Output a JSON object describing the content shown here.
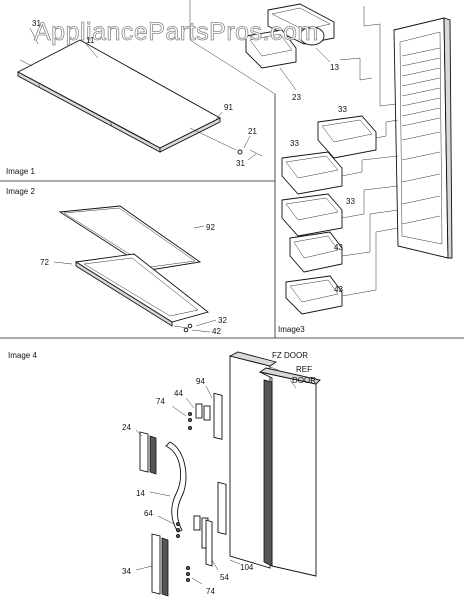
{
  "watermark": "AppliancePartsPros.com",
  "sections": {
    "image1": "Image 1",
    "image2": "Image 2",
    "image3": "Image3",
    "image4": "Image 4"
  },
  "parts": {
    "p11": "11",
    "p31a": "31",
    "p31b": "31",
    "p91": "91",
    "p21": "21",
    "p92": "92",
    "p72": "72",
    "p32": "32",
    "p42": "42",
    "p13": "13",
    "p23": "23",
    "p33a": "33",
    "p33b": "33",
    "p33c": "33",
    "p43a": "43",
    "p43b": "43",
    "p94": "94",
    "p44": "44",
    "p74a": "74",
    "p74b": "74",
    "p24": "24",
    "p14": "14",
    "p64": "64",
    "p34": "34",
    "p54": "54",
    "p104": "104"
  },
  "doors": {
    "fz": "FZ DOOR",
    "ref_line1": "REF",
    "ref_line2": "DOOR"
  }
}
